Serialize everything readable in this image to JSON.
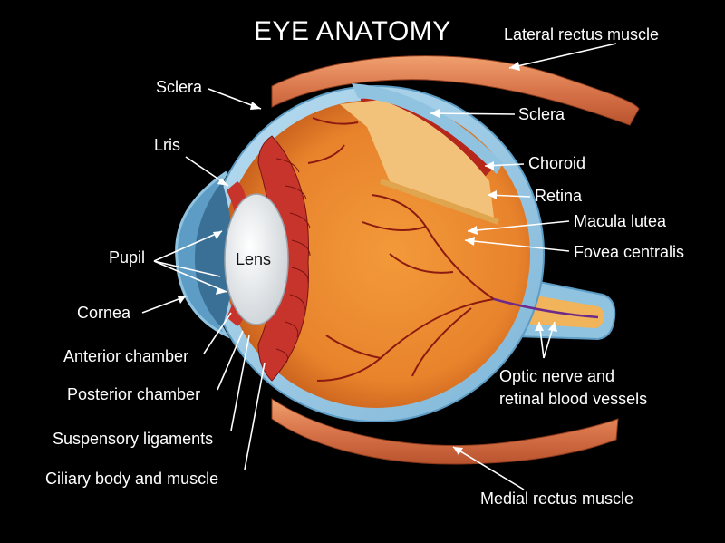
{
  "title": "EYE ANATOMY",
  "colors": {
    "background": "#000000",
    "text": "#ffffff",
    "muscle": "#d8744a",
    "sclera": "#8fc3e0",
    "interior": "#e8892f",
    "vessels": "#8b1a10",
    "choroid": "#b5261b",
    "retina": "#f2c27a"
  },
  "labels": {
    "lateral_rectus": "Lateral rectus muscle",
    "sclera_left": "Sclera",
    "sclera_right": "Sclera",
    "choroid": "Choroid",
    "retina": "Retina",
    "macula": "Macula lutea",
    "fovea": "Fovea centralis",
    "iris": "Lris",
    "pupil": "Pupil",
    "lens": "Lens",
    "cornea": "Cornea",
    "anterior_chamber": "Anterior chamber",
    "posterior_chamber": "Posterior chamber",
    "suspensory": "Suspensory ligaments",
    "ciliary": "Ciliary body and muscle",
    "optic_line1": "Optic nerve and",
    "optic_line2": "retinal blood vessels",
    "medial_rectus": "Medial rectus muscle"
  }
}
